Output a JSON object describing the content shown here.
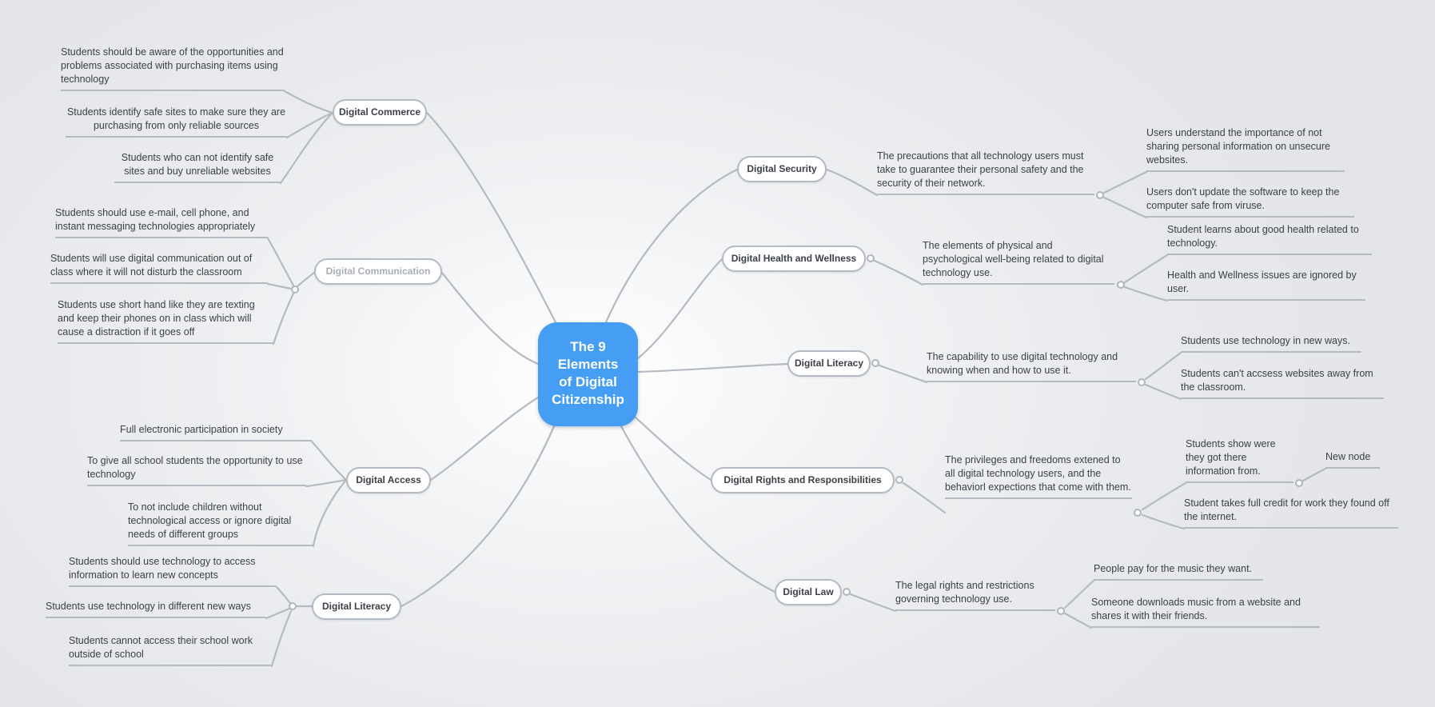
{
  "center": {
    "label": "The 9\nElements\nof Digital\nCitizenship"
  },
  "colors": {
    "center_blue": "#459ef3",
    "line_gray": "#b4bac1",
    "text_dark": "#3c4047",
    "text_muted": "#a9aeb6",
    "node_bg": "#ffffff"
  },
  "branches": {
    "commerce": {
      "label": "Digital Commerce",
      "children": [
        "Students should be aware of the opportunities and problems associated with purchasing items using technology",
        "Students identify safe sites to make sure they are purchasing from only reliable sources",
        "Students who can not identify safe sites and buy unreliable websites"
      ]
    },
    "communication": {
      "label": "Digital Communication",
      "children": [
        "Students should use e-mail, cell phone, and instant messaging technologies appropriately",
        "Students will use digital communication out of class where it will not disturb the classroom",
        "Students use short hand like they are texting and keep their phones on in class which will cause a distraction if it goes off"
      ]
    },
    "access": {
      "label": "Digital Access",
      "children": [
        "Full electronic participation in society",
        "To give all school students the opportunity to use technology",
        "To not include children without technological access or ignore digital needs of different groups"
      ]
    },
    "literacy_left": {
      "label": "Digital Literacy",
      "children": [
        "Students should use technology to access information to learn new concepts",
        "Students use technology in different new ways",
        "Students cannot access their school work outside of school"
      ]
    },
    "security": {
      "label": "Digital Security",
      "description": "The precautions that all technology users must take to guarantee their personal safety and the security of their network.",
      "children": [
        "Users understand the importance of not sharing personal information on unsecure websites.",
        "Users don't update the software to keep the computer safe from viruse."
      ]
    },
    "health": {
      "label": "Digital Health and Wellness",
      "description": "The elements of physical and psychological well-being related to digital technology use.",
      "children": [
        "Student learns about good health related to technology.",
        "Health and Wellness issues are ignored by user."
      ]
    },
    "literacy_right": {
      "label": "Digital Literacy",
      "description": "The capability to use digital technology and knowing when and how to use it.",
      "children": [
        "Students use technology in new ways.",
        "Students can't accsess websites away from the classroom."
      ]
    },
    "rights": {
      "label": "Digital Rights and Responsibilities",
      "description": "The privileges and freedoms extened to all digital technology users, and the behaviorl expections that come with them.",
      "children": [
        "Students show were they got there information from.",
        "Student takes full credit for work they found off the internet."
      ],
      "grandchild": "New node"
    },
    "law": {
      "label": "Digital Law",
      "description": "The legal rights and restrictions governing technology use.",
      "children": [
        "People pay for the music they want.",
        "Someone downloads music from a website and shares it with their friends."
      ]
    }
  }
}
